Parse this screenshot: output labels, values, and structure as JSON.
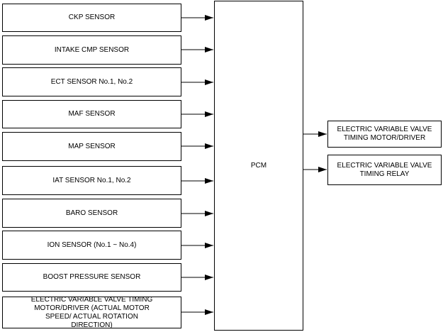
{
  "inputs": [
    {
      "label": "CKP SENSOR"
    },
    {
      "label": "INTAKE CMP SENSOR"
    },
    {
      "label": "ECT SENSOR No.1, No.2"
    },
    {
      "label": "MAF SENSOR"
    },
    {
      "label": "MAP SENSOR"
    },
    {
      "label": "IAT SENSOR No.1, No.2"
    },
    {
      "label": "BARO SENSOR"
    },
    {
      "label": "ION SENSOR (No.1 ~ No.4)"
    },
    {
      "label": "BOOST PRESSURE SENSOR"
    },
    {
      "label": "ELECTRIC VARIABLE VALVE TIMING MOTOR/DRIVER (ACTUAL MOTOR SPEED/ ACTUAL ROTATION DIRECTION)"
    }
  ],
  "controller": {
    "label": "PCM"
  },
  "outputs": [
    {
      "label": "ELECTRIC VARIABLE VALVE TIMING MOTOR/DRIVER"
    },
    {
      "label": "ELECTRIC VARIABLE VALVE TIMING RELAY"
    }
  ]
}
